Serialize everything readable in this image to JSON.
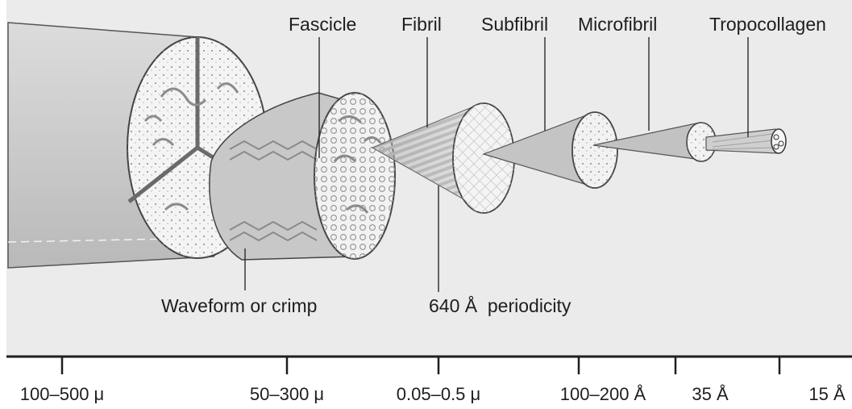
{
  "labels": {
    "fascicle": "Fascicle",
    "fibril": "Fibril",
    "subfibril": "Subfibril",
    "microfibril": "Microfibril",
    "tropocollagen": "Tropocollagen",
    "waveform": "Waveform or crimp",
    "periodicity": "640 Å  periodicity"
  },
  "scale": {
    "ticks": [
      "100–500 μ",
      "50–300 μ",
      "0.05–0.5 μ",
      "100–200 Å",
      "35 Å",
      "15 Å"
    ]
  },
  "colors": {
    "panel": "#ebebeb",
    "tissue": "#d2d2d2",
    "tissue_dark": "#9a9a9a",
    "section": "#f4f4f4",
    "line": "#2a2a2a"
  }
}
